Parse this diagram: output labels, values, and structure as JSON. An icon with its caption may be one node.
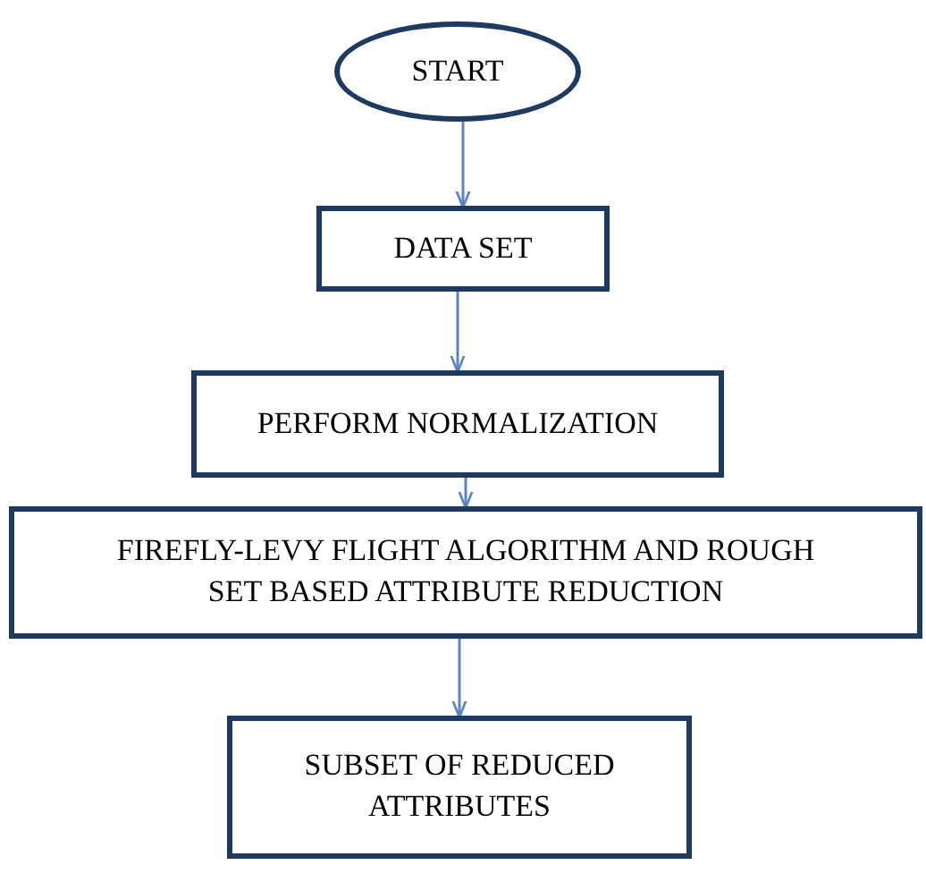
{
  "diagram": {
    "nodes": [
      {
        "text": [
          "START"
        ]
      },
      {
        "text": [
          "DATA SET"
        ]
      },
      {
        "text": [
          "PERFORM NORMALIZATION"
        ]
      },
      {
        "text": [
          "FIREFLY-LEVY FLIGHT ALGORITHM AND ROUGH SET BASED ATTRIBUTE REDUCTION"
        ]
      },
      {
        "text": [
          "SUBSET OF REDUCED ATTRIBUTES"
        ]
      }
    ],
    "edges": [
      {
        "from": 0,
        "to": 1,
        "arrow": "to"
      },
      {
        "from": 1,
        "to": 2,
        "arrow": "to"
      },
      {
        "from": 2,
        "to": 3,
        "arrow": "to"
      },
      {
        "from": 3,
        "to": 4,
        "arrow": "to"
      }
    ]
  }
}
